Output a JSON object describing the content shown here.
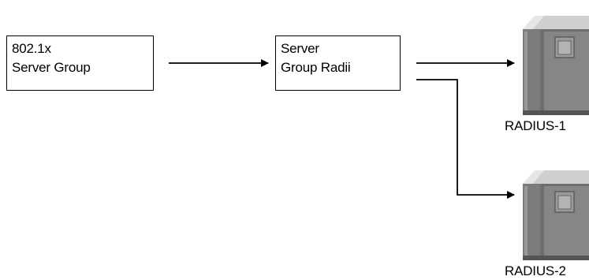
{
  "nodes": {
    "group_8021x": {
      "line1": "802.1x",
      "line2": "Server Group"
    },
    "group_radii": {
      "line1": "Server",
      "line2": "Group Radii"
    },
    "radius1": {
      "label": "RADIUS-1"
    },
    "radius2": {
      "label": "RADIUS-2"
    }
  },
  "colors": {
    "stroke": "#000000",
    "server_light": "#a8a8a8",
    "server_mid": "#7d7d7d",
    "server_dark": "#595959"
  },
  "icons": [
    "server-icon",
    "arrow-icon"
  ]
}
